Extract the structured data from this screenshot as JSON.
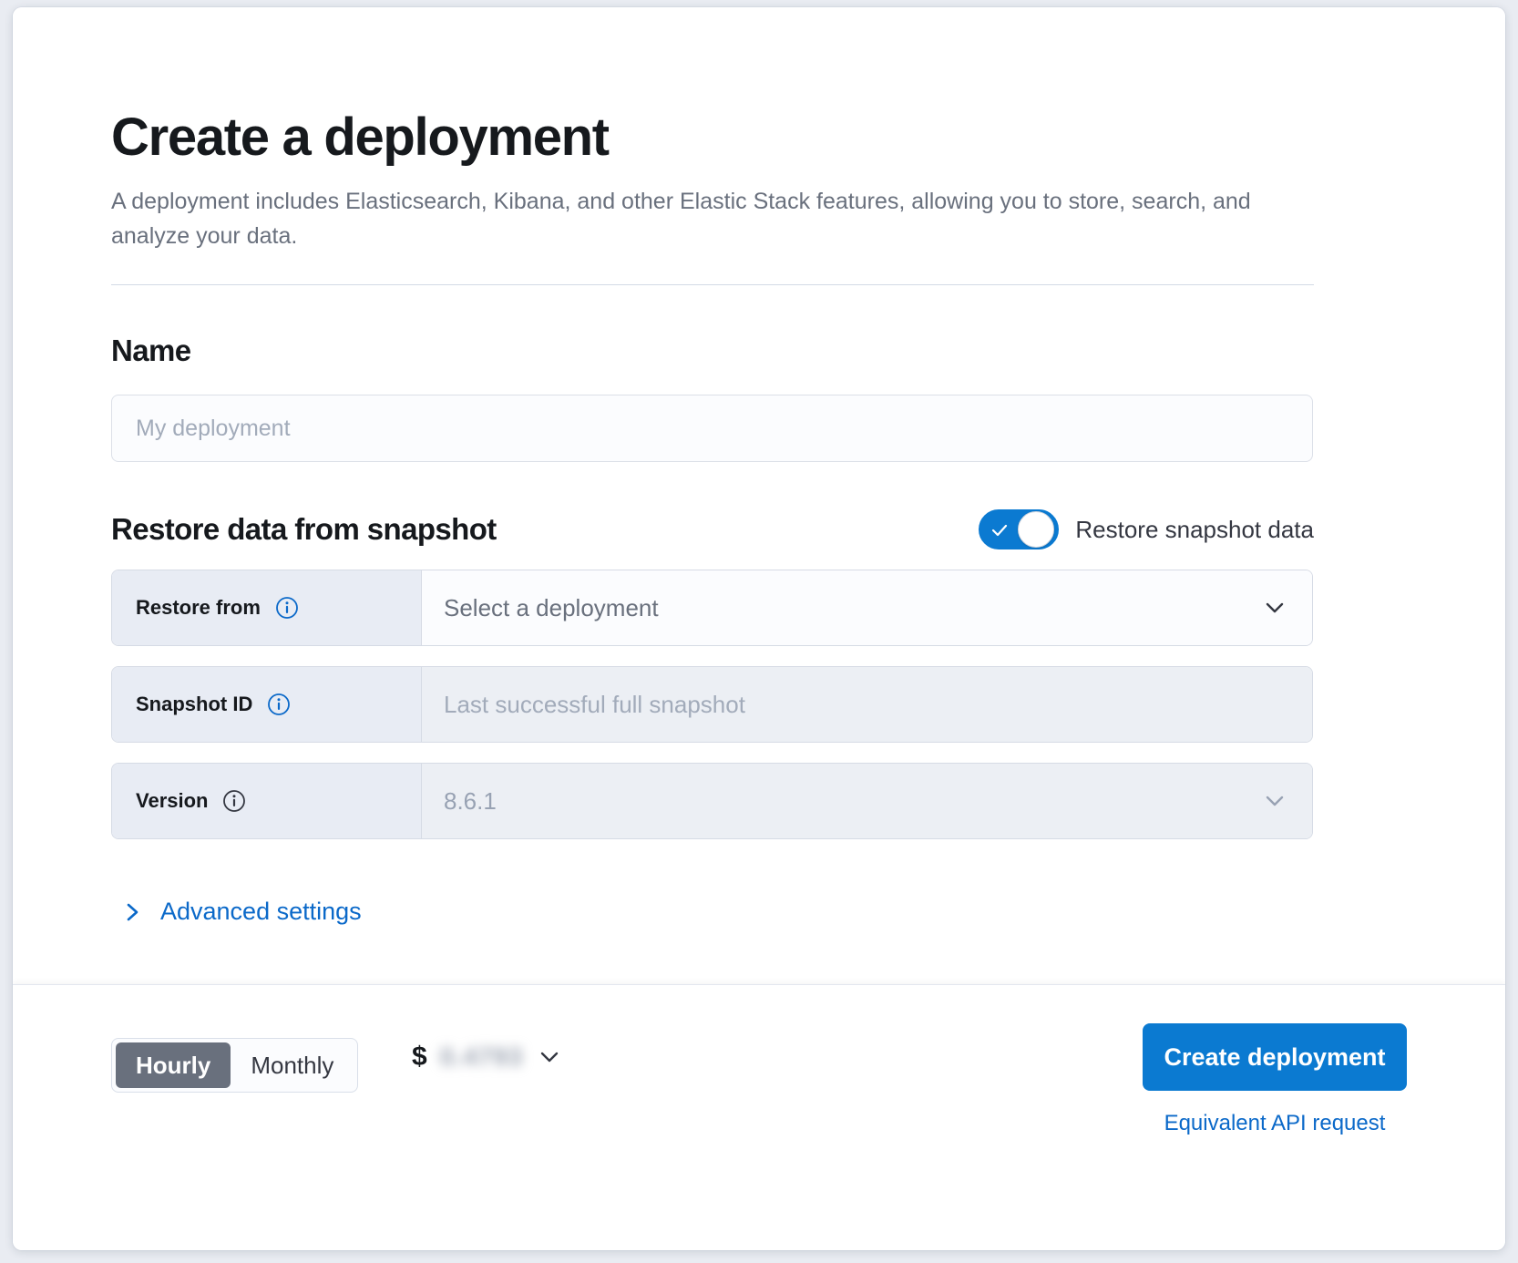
{
  "header": {
    "title": "Create a deployment",
    "subtitle": "A deployment includes Elasticsearch, Kibana, and other Elastic Stack features, allowing you to store, search, and analyze your data."
  },
  "name_section": {
    "heading": "Name",
    "input_placeholder": "My deployment",
    "input_value": ""
  },
  "restore_section": {
    "heading": "Restore data from snapshot",
    "toggle": {
      "label": "Restore snapshot data",
      "checked": true,
      "icon": "check-icon",
      "on_color": "#0b7ad1"
    },
    "rows": [
      {
        "label": "Restore from",
        "info_icon": "info-circle-icon",
        "info_icon_color": "#0b69c9",
        "value": "Select a deployment",
        "control": "dropdown",
        "control_icon": "chevron-down-icon",
        "disabled": false
      },
      {
        "label": "Snapshot ID",
        "info_icon": "info-circle-icon",
        "info_icon_color": "#0b69c9",
        "value": "Last successful full snapshot",
        "control": "text",
        "control_icon": "",
        "disabled": true
      },
      {
        "label": "Version",
        "info_icon": "info-circle-icon",
        "info_icon_color": "#343741",
        "value": "8.6.1",
        "control": "dropdown",
        "control_icon": "chevron-down-icon",
        "disabled": true
      }
    ],
    "advanced_settings": {
      "label": "Advanced settings",
      "icon": "chevron-right-icon",
      "expanded": false
    }
  },
  "footer": {
    "billing": {
      "options": [
        "Hourly",
        "Monthly"
      ],
      "selected": "Hourly"
    },
    "price": {
      "currency_symbol": "$",
      "amount": "0.4793",
      "redacted": true,
      "icon": "chevron-down-icon"
    },
    "create_button": "Create deployment",
    "api_link": "Equivalent API request"
  },
  "colors": {
    "accent_blue": "#0b7ad1",
    "link_blue": "#0b69c9",
    "label_bg": "#e8ecf4",
    "disabled_bg": "#eceff4",
    "text_dark": "#16191d",
    "text_muted": "#69707d"
  }
}
